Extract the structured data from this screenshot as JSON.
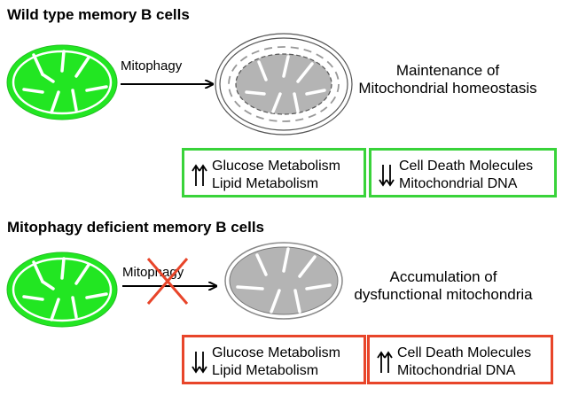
{
  "wild_type": {
    "heading": "Wild type memory B cells",
    "process_label": "Mitophagy",
    "outcome_line1": "Maintenance of",
    "outcome_line2": "Mitochondrial homeostasis",
    "box_left": {
      "line1": "Glucose Metabolism",
      "line2": "Lipid Metabolism",
      "arrow": "up"
    },
    "box_right": {
      "line1": "Cell Death Molecules",
      "line2": "Mitochondrial DNA",
      "arrow": "down"
    }
  },
  "deficient": {
    "heading": "Mitophagy deficient memory B cells",
    "process_label": "Mitophagy",
    "outcome_line1": "Accumulation of",
    "outcome_line2": "dysfunctional mitochondria",
    "box_left": {
      "line1": "Glucose Metabolism",
      "line2": "Lipid Metabolism",
      "arrow": "down"
    },
    "box_right": {
      "line1": "Cell Death Molecules",
      "line2": "Mitochondrial DNA",
      "arrow": "up"
    }
  },
  "colors": {
    "mito_green": "#22e622",
    "mito_gray": "#b4b4b4",
    "box_green": "#39d33a",
    "box_red": "#e8452a",
    "cross_red": "#e8452a"
  }
}
